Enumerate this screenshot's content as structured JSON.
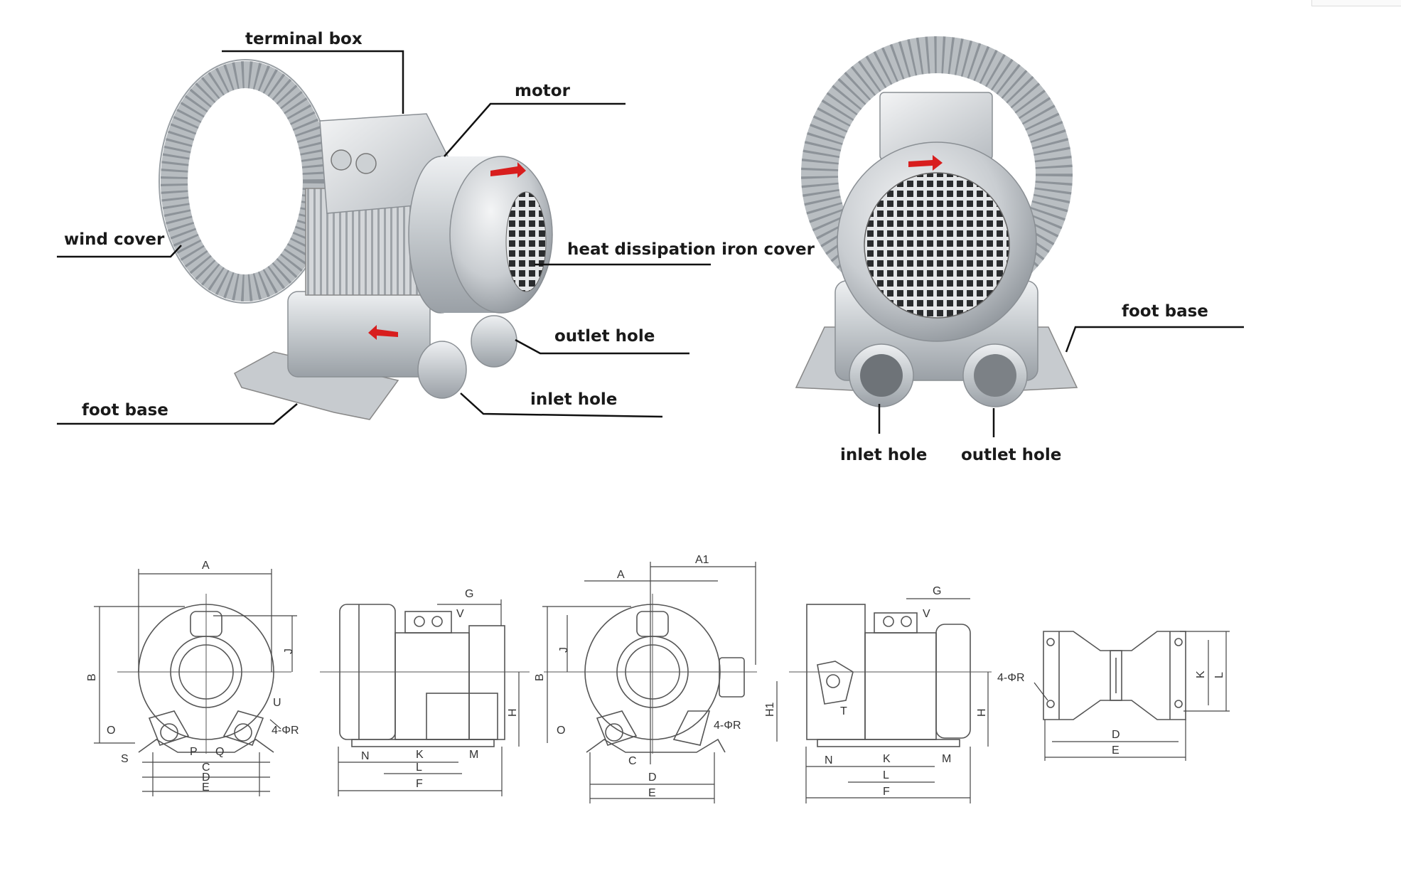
{
  "photo_labels": {
    "terminal_box": "terminal box",
    "motor": "motor",
    "wind_cover": "wind cover",
    "heat_cover": "heat dissipation iron cover",
    "outlet_hole": "outlet hole",
    "inlet_hole": "inlet hole",
    "foot_base": "foot base",
    "right_foot_base": "foot base",
    "right_inlet_hole": "inlet hole",
    "right_outlet_hole": "outlet hole"
  },
  "drawing_labels": {
    "A": "A",
    "A1": "A1",
    "B": "B",
    "C": "C",
    "D": "D",
    "E": "E",
    "F": "F",
    "G": "G",
    "H": "H",
    "H1": "H1",
    "J": "J",
    "K": "K",
    "L": "L",
    "M": "M",
    "N": "N",
    "O": "O",
    "P": "P",
    "Q": "Q",
    "S": "S",
    "T": "T",
    "U": "U",
    "V": "V",
    "R4": "4-ΦR"
  },
  "colors": {
    "metal": "#c9cdd1",
    "metal_dark": "#8f959b",
    "arrow": "#d81e1e",
    "line": "#111111"
  }
}
